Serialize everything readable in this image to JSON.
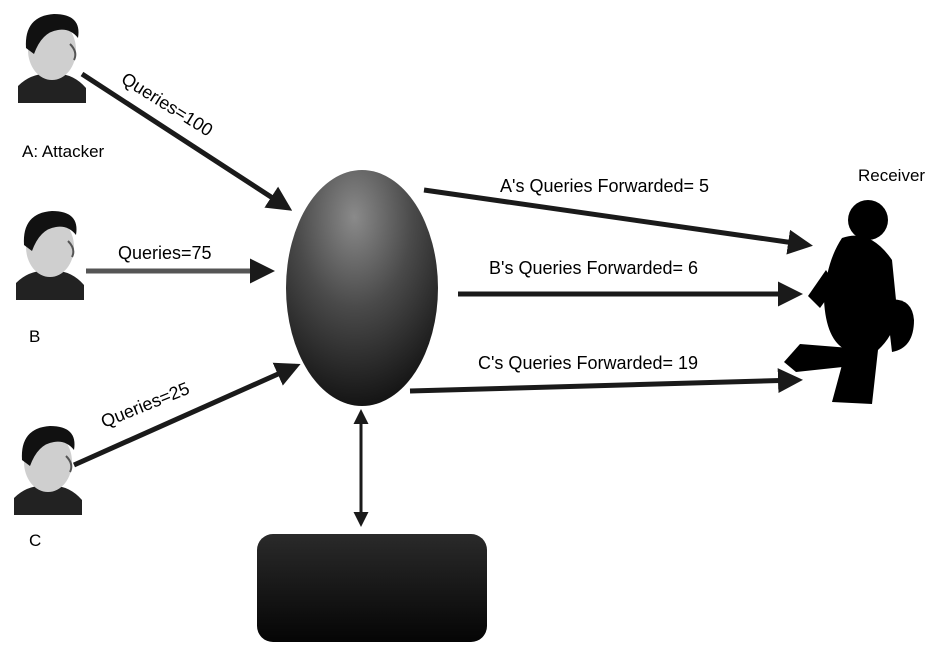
{
  "senders": [
    {
      "id": "A",
      "label": "A: Attacker"
    },
    {
      "id": "B",
      "label": "B"
    },
    {
      "id": "C",
      "label": "C"
    }
  ],
  "receiver": {
    "label": "Receiver"
  },
  "edges": {
    "a_in": "Queries=100",
    "b_in": "Queries=75",
    "c_in": "Queries=25",
    "a_out": "A's Queries Forwarded= 5",
    "b_out": "B's Queries Forwarded= 6",
    "c_out": "C's Queries Forwarded= 19"
  },
  "colors": {
    "node_top": "#7a7a7a",
    "node_bottom": "#111111",
    "arrow": "#1a1a1a"
  },
  "icons": {
    "sender": "person-head-icon",
    "receiver": "walking-person-silhouette-icon"
  }
}
